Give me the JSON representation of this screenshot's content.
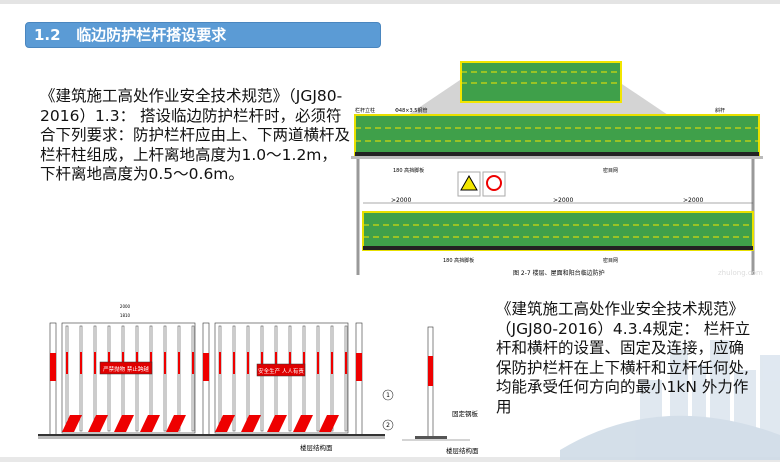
{
  "title": "1.2   临边防护栏杆搭设要求",
  "paragraph1": "《建筑施工高处作业安全技术规范》（JGJ80-2016）1.3： 搭设临边防护栏杆时，必须符合下列要求：防护栏杆应由上、下两道横杆及栏杆柱组成，上杆离地高度为1.0～1.2m，下杆离地高度为0.5～0.6m。",
  "paragraph2": "《建筑施工高处作业安全技术规范》（JGJ80-2016）4.3.4规定： 栏杆立杆和横杆的设置、固定及连接，应确保防护栏杆在上下横杆和立杆任何处,均能承受任何方向的最小1kN 外力作用",
  "figure1": {
    "caption": "图 2-7  楼层、屋面和阳台临边防护",
    "spacing": ">2000",
    "net": "密目网",
    "toeboard": "180 高挡脚板",
    "post": "栏杆立柱",
    "pipe": "Φ48×3.5钢管",
    "brace": "斜杆",
    "watermark": "zhulong.com"
  },
  "figure2": {
    "sign_left": "严禁抛物  禁止跨越",
    "sign_right": "安全生产  人人有责",
    "plate": "固定钢板",
    "floor": "楼层结构面",
    "width_total": "2000",
    "width_inner": "1810",
    "marker1": "1",
    "marker2": "2"
  },
  "colors": {
    "title_bg": "#5b9bd5",
    "net_green": "#3fa04a",
    "stripe_red": "#ff0000",
    "tape_yellow": "#f2e600"
  }
}
